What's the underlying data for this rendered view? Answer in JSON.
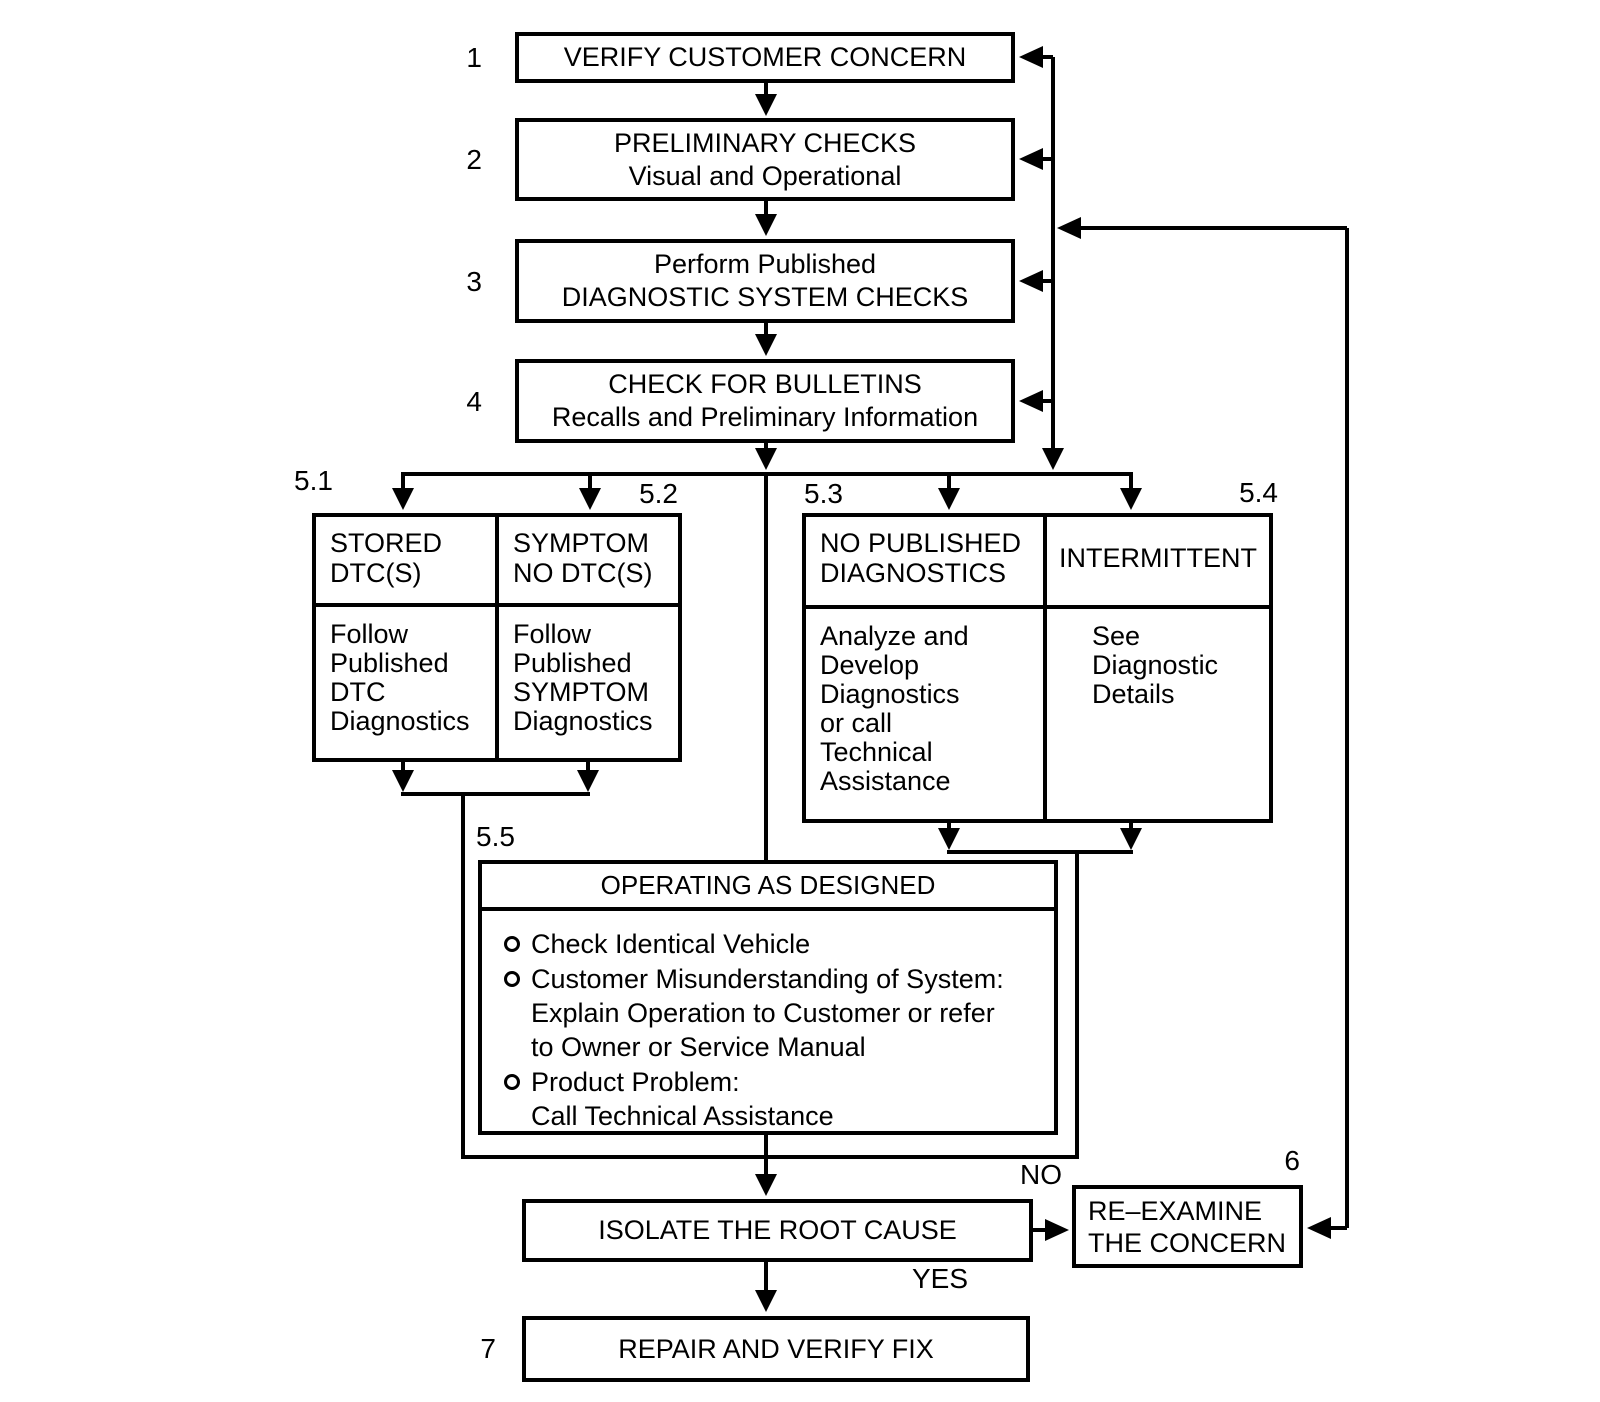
{
  "diagram": {
    "boxes": {
      "b1": {
        "num": "1",
        "text": "VERIFY CUSTOMER CONCERN"
      },
      "b2": {
        "num": "2",
        "text": "PRELIMINARY CHECKS\nVisual and Operational"
      },
      "b3": {
        "num": "3",
        "text": "Perform Published\nDIAGNOSTIC SYSTEM CHECKS"
      },
      "b4": {
        "num": "4",
        "text": "CHECK FOR BULLETINS\nRecalls and Preliminary Information"
      },
      "b51": {
        "num": "5.1",
        "header": "STORED\nDTC(S)",
        "body": "Follow\nPublished\nDTC\nDiagnostics"
      },
      "b52": {
        "num": "5.2",
        "header": "SYMPTOM\nNO DTC(S)",
        "body": "Follow\nPublished\nSYMPTOM\nDiagnostics"
      },
      "b53": {
        "num": "5.3",
        "header": "NO PUBLISHED\nDIAGNOSTICS",
        "body": "Analyze and\nDevelop\nDiagnostics\nor call\nTechnical\nAssistance"
      },
      "b54": {
        "num": "5.4",
        "header": "INTERMITTENT",
        "body": "See\nDiagnostic\nDetails"
      },
      "b55": {
        "num": "5.5",
        "title": "OPERATING AS DESIGNED",
        "bullet1": "Check Identical Vehicle",
        "bullet2": "Customer Misunderstanding of System:\nExplain Operation to Customer or refer\nto Owner or Service Manual",
        "bullet3": "Product Problem:\nCall Technical Assistance"
      },
      "isolate": {
        "text": "ISOLATE THE ROOT CAUSE"
      },
      "b6": {
        "num": "6",
        "text": "RE–EXAMINE\nTHE CONCERN"
      },
      "b7": {
        "num": "7",
        "text": "REPAIR AND VERIFY FIX"
      }
    },
    "edge_labels": {
      "no": "NO",
      "yes": "YES"
    },
    "colors": {
      "line": "#000000",
      "text": "#000000",
      "background": "#ffffff"
    }
  }
}
